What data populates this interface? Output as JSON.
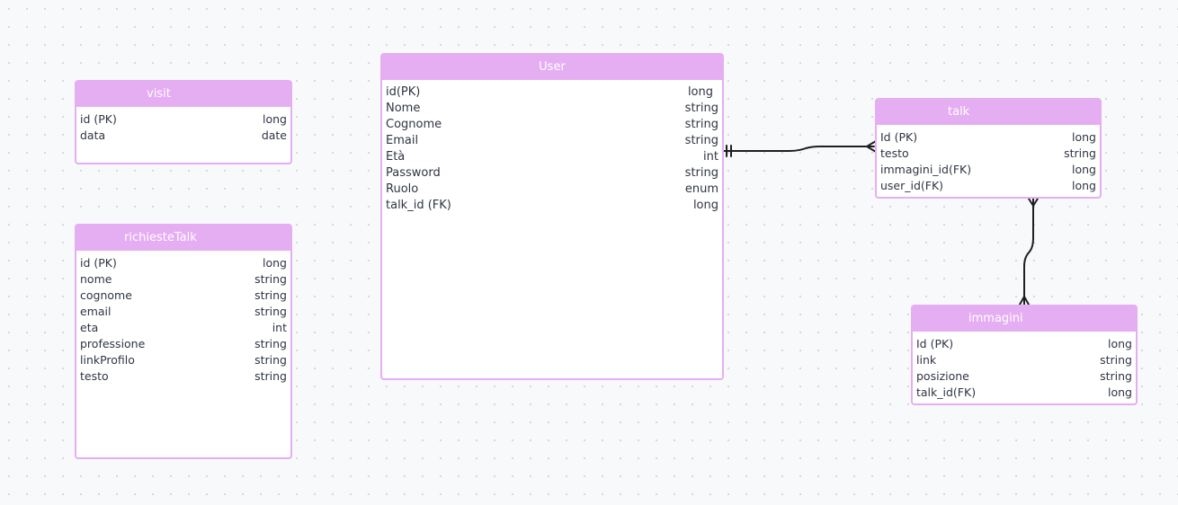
{
  "diagram": {
    "entities": [
      {
        "id": "visit",
        "title": "visit",
        "fields": [
          {
            "name": "id (PK)",
            "type": "long"
          },
          {
            "name": "data",
            "type": "date"
          }
        ]
      },
      {
        "id": "richiesteTalk",
        "title": "richiesteTalk",
        "fields": [
          {
            "name": "id (PK)",
            "type": "long"
          },
          {
            "name": "nome",
            "type": "string"
          },
          {
            "name": "cognome",
            "type": "string"
          },
          {
            "name": "email",
            "type": "string"
          },
          {
            "name": "eta",
            "type": "int"
          },
          {
            "name": "professione",
            "type": "string"
          },
          {
            "name": "linkProfilo",
            "type": "string"
          },
          {
            "name": "testo",
            "type": "string"
          }
        ]
      },
      {
        "id": "user",
        "title": "User",
        "fields": [
          {
            "name": "id(PK)",
            "type": "long"
          },
          {
            "name": "Nome",
            "type": "string"
          },
          {
            "name": "Cognome",
            "type": "string"
          },
          {
            "name": "Email",
            "type": "string"
          },
          {
            "name": "Età",
            "type": "int"
          },
          {
            "name": "Password",
            "type": "string"
          },
          {
            "name": "Ruolo",
            "type": "enum"
          },
          {
            "name": "talk_id (FK)",
            "type": "long"
          }
        ]
      },
      {
        "id": "talk",
        "title": "talk",
        "fields": [
          {
            "name": "Id (PK)",
            "type": "long"
          },
          {
            "name": "testo",
            "type": "string"
          },
          {
            "name": "immagini_id(FK)",
            "type": "long"
          },
          {
            "name": "user_id(FK)",
            "type": "long"
          }
        ]
      },
      {
        "id": "immagini",
        "title": "immagini",
        "fields": [
          {
            "name": "Id (PK)",
            "type": "long"
          },
          {
            "name": "link",
            "type": "string"
          },
          {
            "name": "posizione",
            "type": "string"
          },
          {
            "name": "talk_id(FK)",
            "type": "long"
          }
        ]
      }
    ],
    "relationships": [
      {
        "from": "User",
        "from_cardinality": "one-and-only-one",
        "to": "talk",
        "to_cardinality": "many"
      },
      {
        "from": "talk",
        "from_cardinality": "many",
        "to": "immagini",
        "to_cardinality": "many"
      }
    ],
    "colors": {
      "entity_header": "#e5aef2",
      "entity_border": "#e5aef2",
      "connector": "#1f1f1f",
      "canvas": "#f8f9fa",
      "grid_dot": "#d3d6da"
    }
  }
}
